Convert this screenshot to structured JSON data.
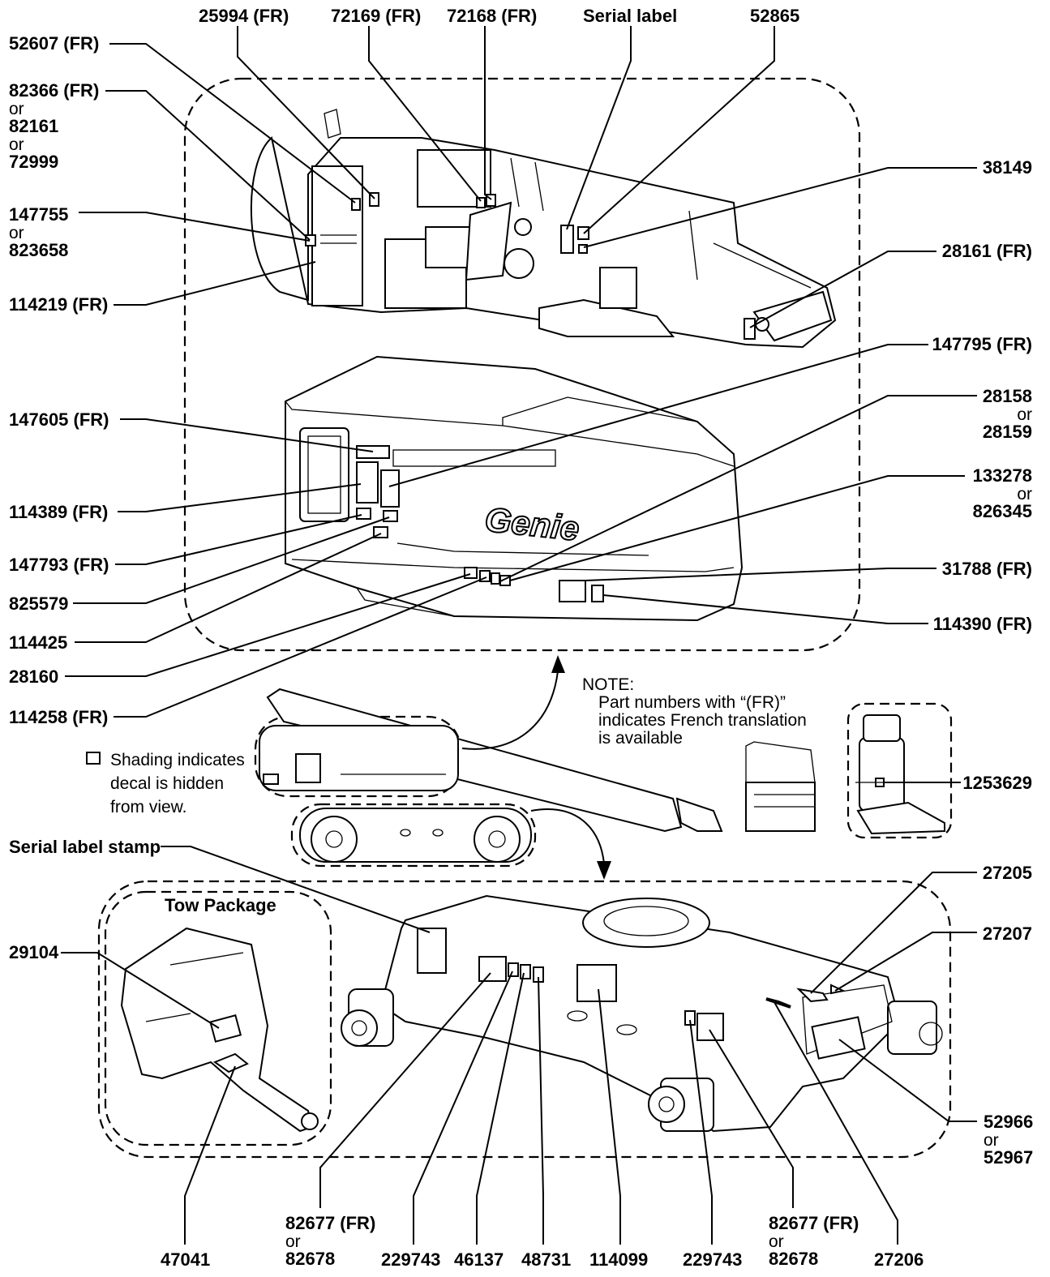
{
  "labels": {
    "l25994": "25994 (FR)",
    "l72169": "72169 (FR)",
    "l72168": "72168 (FR)",
    "serial_label": "Serial label",
    "l52865": "52865",
    "l52607": "52607 (FR)",
    "l82366_a": "82366 (FR)",
    "l82366_or1": "or",
    "l82366_b": "82161",
    "l82366_or2": "or",
    "l82366_c": "72999",
    "l147755_a": "147755",
    "l147755_or": "or",
    "l147755_b": "823658",
    "l114219": "114219 (FR)",
    "l38149": "38149",
    "l28161": "28161 (FR)",
    "l147795": "147795 (FR)",
    "l28158_a": "28158",
    "l28158_or": "or",
    "l28158_b": "28159",
    "l133278_a": "133278",
    "l133278_or": "or",
    "l133278_b": "826345",
    "l31788": "31788 (FR)",
    "l114390": "114390 (FR)",
    "l147605": "147605 (FR)",
    "l114389": "114389 (FR)",
    "l147793": "147793 (FR)",
    "l825579": "825579",
    "l114425": "114425",
    "l28160": "28160",
    "l114258": "114258 (FR)",
    "l1253629": "1253629",
    "serial_label_stamp": "Serial label stamp",
    "tow_package": "Tow Package",
    "l29104": "29104",
    "l27205": "27205",
    "l27207": "27207",
    "l52966_a": "52966",
    "l52966_or": "or",
    "l52966_b": "52967",
    "l47041": "47041",
    "l82677_left_a": "82677 (FR)",
    "l82677_left_or": "or",
    "l82677_left_b": "82678",
    "l229743_left": "229743",
    "l46137": "46137",
    "l48731": "48731",
    "l114099": "114099",
    "l229743_right": "229743",
    "l82677_right_a": "82677 (FR)",
    "l82677_right_or": "or",
    "l82677_right_b": "82678",
    "l27206": "27206"
  },
  "note": {
    "title": "NOTE:",
    "line1": "Part numbers with “(FR)”",
    "line2": "indicates French translation",
    "line3": "is available"
  },
  "legend": {
    "line1": "Shading indicates",
    "line2": "decal is hidden",
    "line3": "from view."
  },
  "brand": "Genie"
}
